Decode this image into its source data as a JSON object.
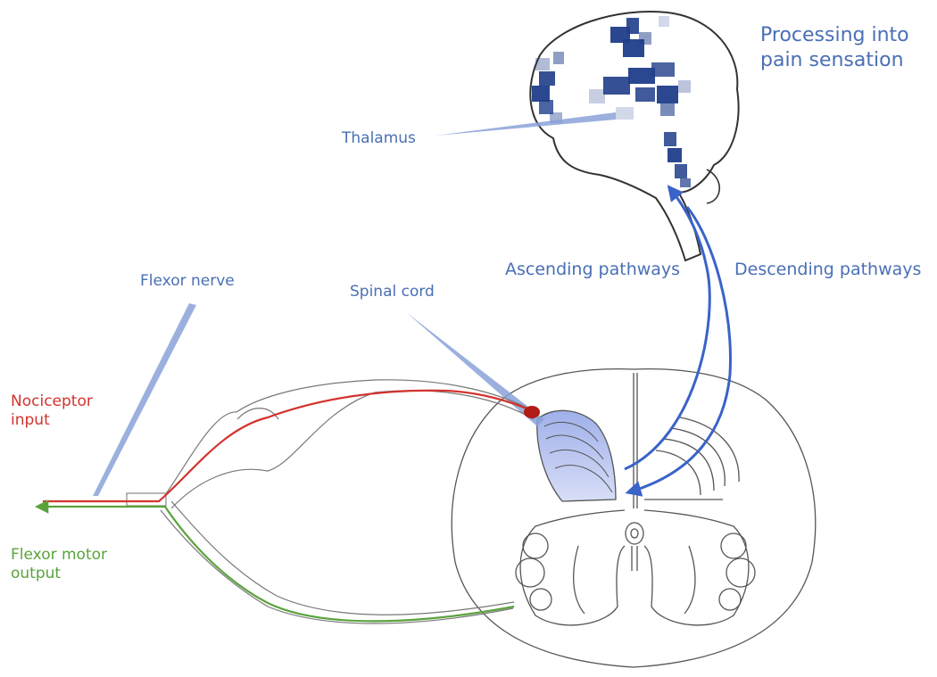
{
  "labels": {
    "processing": [
      "Processing into",
      "pain sensation"
    ],
    "thalamus": "Thalamus",
    "ascending": "Ascending pathways",
    "descending": "Descending pathways",
    "flexor_nerve": "Flexor nerve",
    "spinal_cord": "Spinal cord",
    "nociceptor": [
      "Nociceptor",
      "input"
    ],
    "flexor_motor": [
      "Flexor motor",
      "output"
    ]
  },
  "colors": {
    "label_blue": "#4a6fb5",
    "pathway_blue": "#3a63c9",
    "brain_activity": "#1f3d8a",
    "nociceptor_red": "#d3332e",
    "motor_green": "#5aa33c",
    "outline": "#555555"
  }
}
